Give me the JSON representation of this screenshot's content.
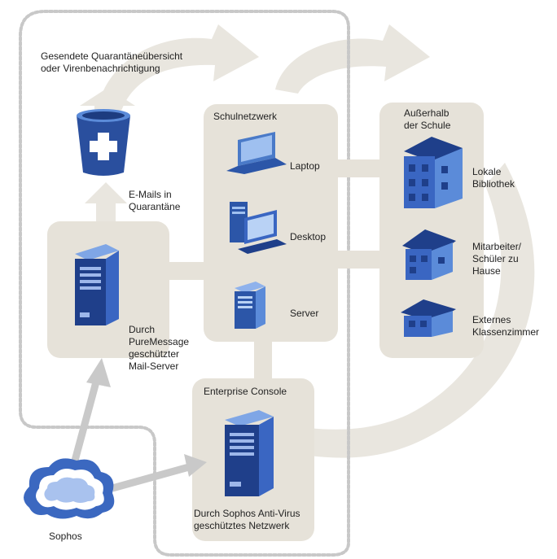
{
  "colors": {
    "panel": "#e6e2d9",
    "arrow": "#e9e6df",
    "dotted_border": "#c8c8c8",
    "device_blue": "#4a7ac8",
    "device_dark": "#1f3f8a",
    "grey_arrow": "#c9c9c9",
    "cloud": "#3b68c0"
  },
  "labels": {
    "quarantine_summary": "Gesendete Quarantäneübersicht\noder Virenbenachrichtigung",
    "quarantined_mail": "E-Mails in\nQuarantäne",
    "mail_server": "Durch\nPureMessage\ngeschützter\nMail-Server",
    "school_network": "Schulnetzwerk",
    "laptop": "Laptop",
    "desktop": "Desktop",
    "server": "Server",
    "outside_school": "Außerhalb\nder Schule",
    "local_library": "Lokale\nBibliothek",
    "staff_students_home": "Mitarbeiter/\nSchüler zu\nHause",
    "external_classroom": "Externes\nKlassenzimmer",
    "enterprise_console": "Enterprise Console",
    "protected_network": "Durch Sophos Anti-Virus\ngeschütztes Netzwerk",
    "sophos": "Sophos"
  },
  "icons": [
    "quarantine-bin-icon",
    "mail-server-icon",
    "laptop-icon",
    "desktop-icon",
    "server-icon",
    "console-server-icon",
    "library-building-icon",
    "home-house-icon",
    "classroom-house-icon",
    "sophos-cloud-icon"
  ]
}
